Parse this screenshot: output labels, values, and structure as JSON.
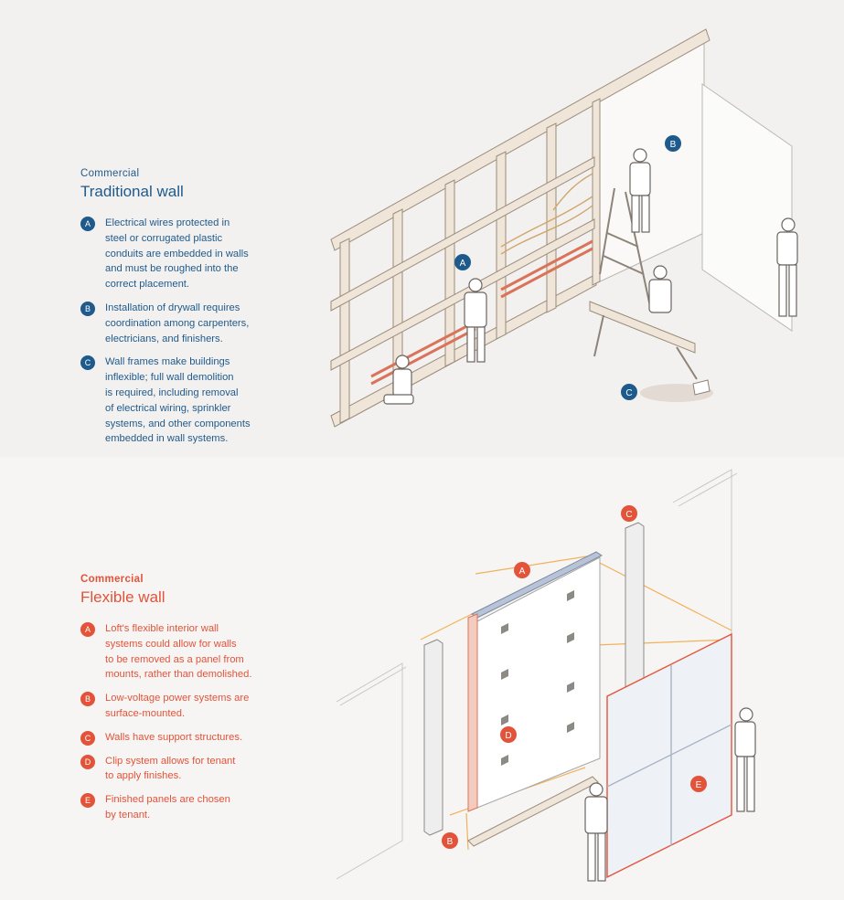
{
  "traditional": {
    "eyebrow": "Commercial",
    "title": "Traditional wall",
    "items": [
      {
        "badge": "A",
        "text": "Electrical wires protected in\nsteel or corrugated plastic\nconduits are embedded in walls\nand must be roughed into the\ncorrect placement."
      },
      {
        "badge": "B",
        "text": "Installation of drywall requires\ncoordination among carpenters,\nelectricians, and finishers."
      },
      {
        "badge": "C",
        "text": "Wall frames make buildings\ninflexible; full wall demolition\nis required, including removal\nof electrical wiring, sprinkler\nsystems, and other components\nembedded in wall systems."
      }
    ],
    "markers": [
      "A",
      "B",
      "C"
    ]
  },
  "flexible": {
    "eyebrow": "Commercial",
    "title": "Flexible wall",
    "items": [
      {
        "badge": "A",
        "text": "Loft's flexible interior wall\nsystems could allow for walls\nto be removed as a panel from\nmounts, rather than demolished."
      },
      {
        "badge": "B",
        "text": "Low-voltage power systems are\nsurface-mounted."
      },
      {
        "badge": "C",
        "text": "Walls have support structures."
      },
      {
        "badge": "D",
        "text": "Clip system allows for tenant\nto apply finishes."
      },
      {
        "badge": "E",
        "text": "Finished panels are chosen\nby tenant."
      }
    ],
    "markers": [
      "A",
      "B",
      "C",
      "D",
      "E"
    ]
  },
  "colors": {
    "blue": "#1f5a8c",
    "red": "#e2533a",
    "wood": "#e8dccb",
    "wood_stroke": "#9b8c7a",
    "conduit": "#d9735a",
    "dimension": "#f0b25a"
  }
}
